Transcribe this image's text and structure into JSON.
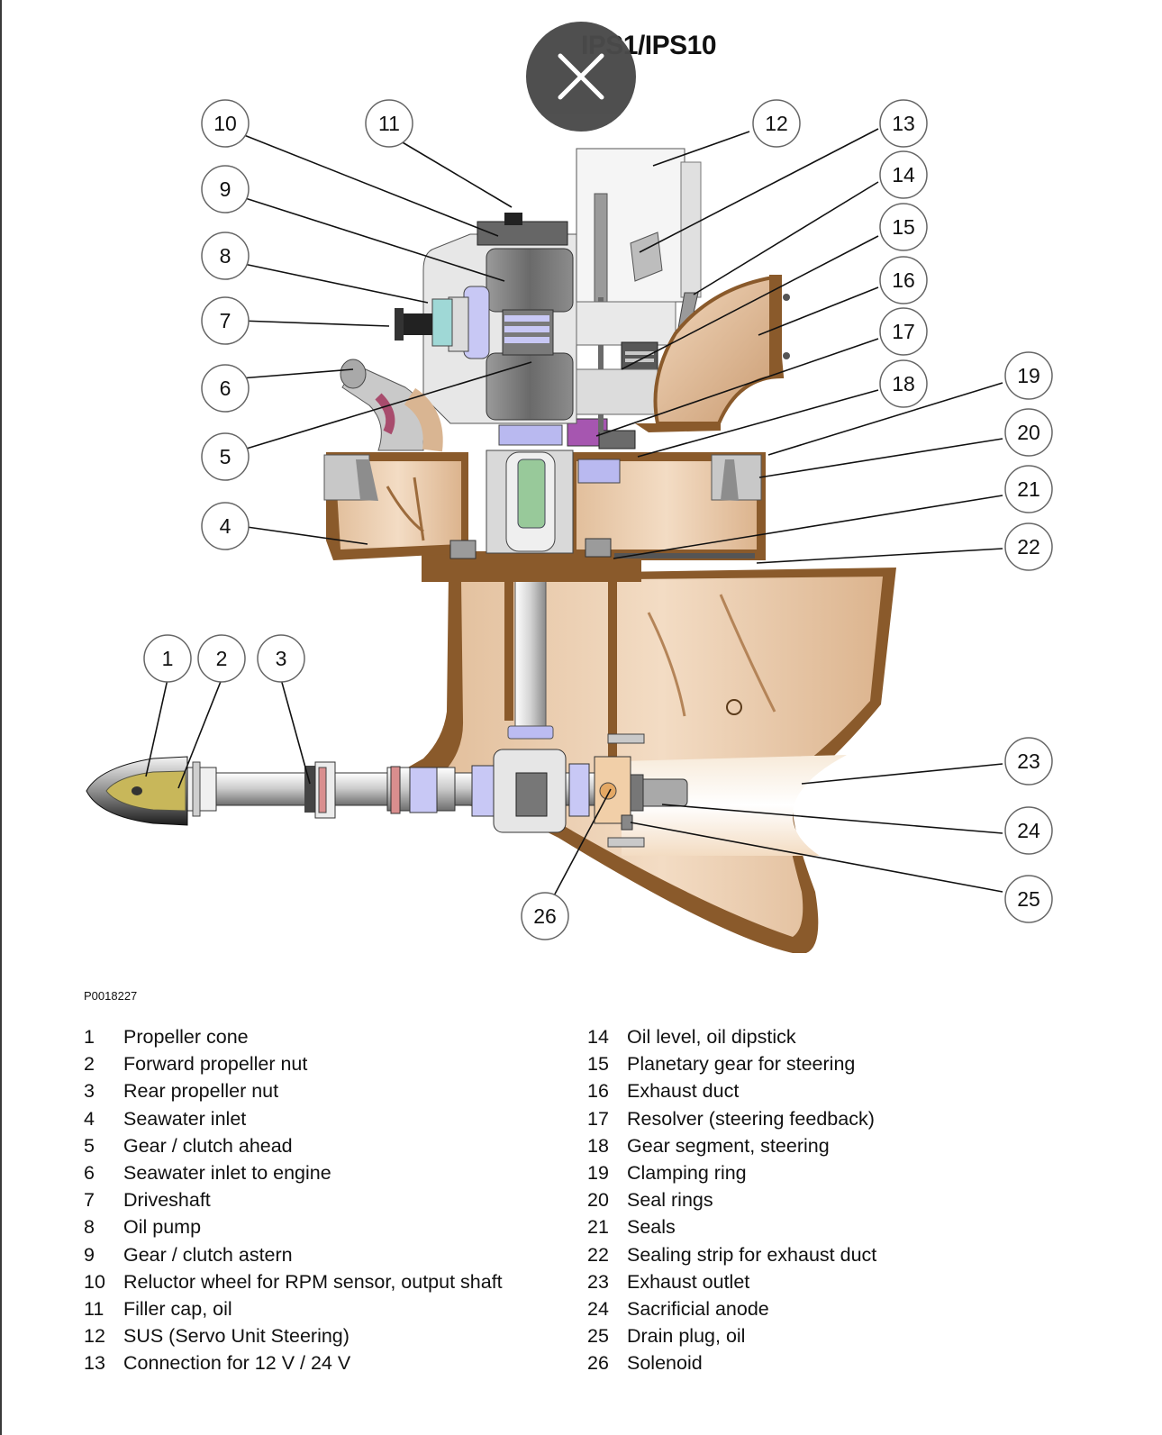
{
  "title": "IPS1/IPS10",
  "close_icon": "close-icon",
  "figure_code": "P0018227",
  "callouts": [
    "1",
    "2",
    "3",
    "4",
    "5",
    "6",
    "7",
    "8",
    "9",
    "10",
    "11",
    "12",
    "13",
    "14",
    "15",
    "16",
    "17",
    "18",
    "19",
    "20",
    "21",
    "22",
    "23",
    "24",
    "25",
    "26"
  ],
  "legend_left": [
    {
      "num": "1",
      "text": "Propeller cone"
    },
    {
      "num": "2",
      "text": "Forward propeller nut"
    },
    {
      "num": "3",
      "text": "Rear propeller nut"
    },
    {
      "num": "4",
      "text": "Seawater inlet"
    },
    {
      "num": "5",
      "text": "Gear / clutch ahead"
    },
    {
      "num": "6",
      "text": "Seawater inlet to engine"
    },
    {
      "num": "7",
      "text": "Driveshaft"
    },
    {
      "num": "8",
      "text": "Oil pump"
    },
    {
      "num": "9",
      "text": "Gear / clutch astern"
    },
    {
      "num": "10",
      "text": "Reluctor wheel for RPM sensor, output shaft"
    },
    {
      "num": "11",
      "text": "Filler cap, oil"
    },
    {
      "num": "12",
      "text": "SUS (Servo Unit Steering)"
    },
    {
      "num": "13",
      "text": "Connection for 12 V / 24 V"
    }
  ],
  "legend_right": [
    {
      "num": "14",
      "text": "Oil level, oil dipstick"
    },
    {
      "num": "15",
      "text": "Planetary gear for steering"
    },
    {
      "num": "16",
      "text": "Exhaust duct"
    },
    {
      "num": "17",
      "text": "Resolver (steering feedback)"
    },
    {
      "num": "18",
      "text": "Gear segment, steering"
    },
    {
      "num": "19",
      "text": "Clamping ring"
    },
    {
      "num": "20",
      "text": "Seal rings"
    },
    {
      "num": "21",
      "text": "Seals"
    },
    {
      "num": "22",
      "text": "Sealing strip for exhaust duct"
    },
    {
      "num": "23",
      "text": "Exhaust outlet"
    },
    {
      "num": "24",
      "text": "Sacrificial anode"
    },
    {
      "num": "25",
      "text": "Drain plug, oil"
    },
    {
      "num": "26",
      "text": "Solenoid"
    }
  ]
}
